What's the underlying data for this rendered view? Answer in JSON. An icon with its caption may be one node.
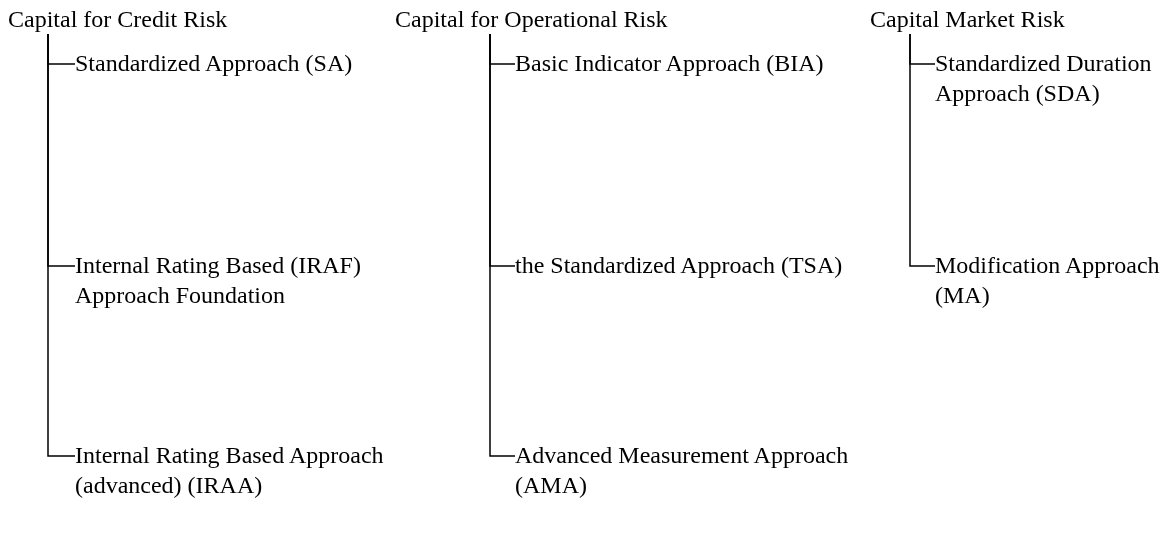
{
  "diagram": {
    "nodes": [
      {
        "text": [
          "Capital for Credit Risk"
        ]
      },
      {
        "text": [
          "Standardized Approach (SA)"
        ]
      },
      {
        "text": [
          "Internal Rating Based (IRAF) Approach Foundation"
        ]
      },
      {
        "text": [
          "Internal Rating Based Approach (advanced) (IRAA)"
        ]
      },
      {
        "text": [
          "Capital for Operational Risk"
        ]
      },
      {
        "text": [
          "Basic Indicator Approach (BIA)"
        ]
      },
      {
        "text": [
          "the Standardized Approach (TSA)"
        ]
      },
      {
        "text": [
          "Advanced Measurement Approach (AMA)"
        ]
      },
      {
        "text": [
          "Capital Market Risk"
        ]
      },
      {
        "text": [
          "Standardized Duration Approach (SDA)"
        ]
      },
      {
        "text": [
          "Modification Approach (MA)"
        ]
      }
    ],
    "edges": [
      {
        "from": 0,
        "to": 1,
        "arrow": "none"
      },
      {
        "from": 0,
        "to": 2,
        "arrow": "none"
      },
      {
        "from": 0,
        "to": 3,
        "arrow": "none"
      },
      {
        "from": 4,
        "to": 5,
        "arrow": "none"
      },
      {
        "from": 4,
        "to": 6,
        "arrow": "none"
      },
      {
        "from": 4,
        "to": 7,
        "arrow": "none"
      },
      {
        "from": 8,
        "to": 9,
        "arrow": "none"
      },
      {
        "from": 8,
        "to": 10,
        "arrow": "none"
      }
    ]
  }
}
